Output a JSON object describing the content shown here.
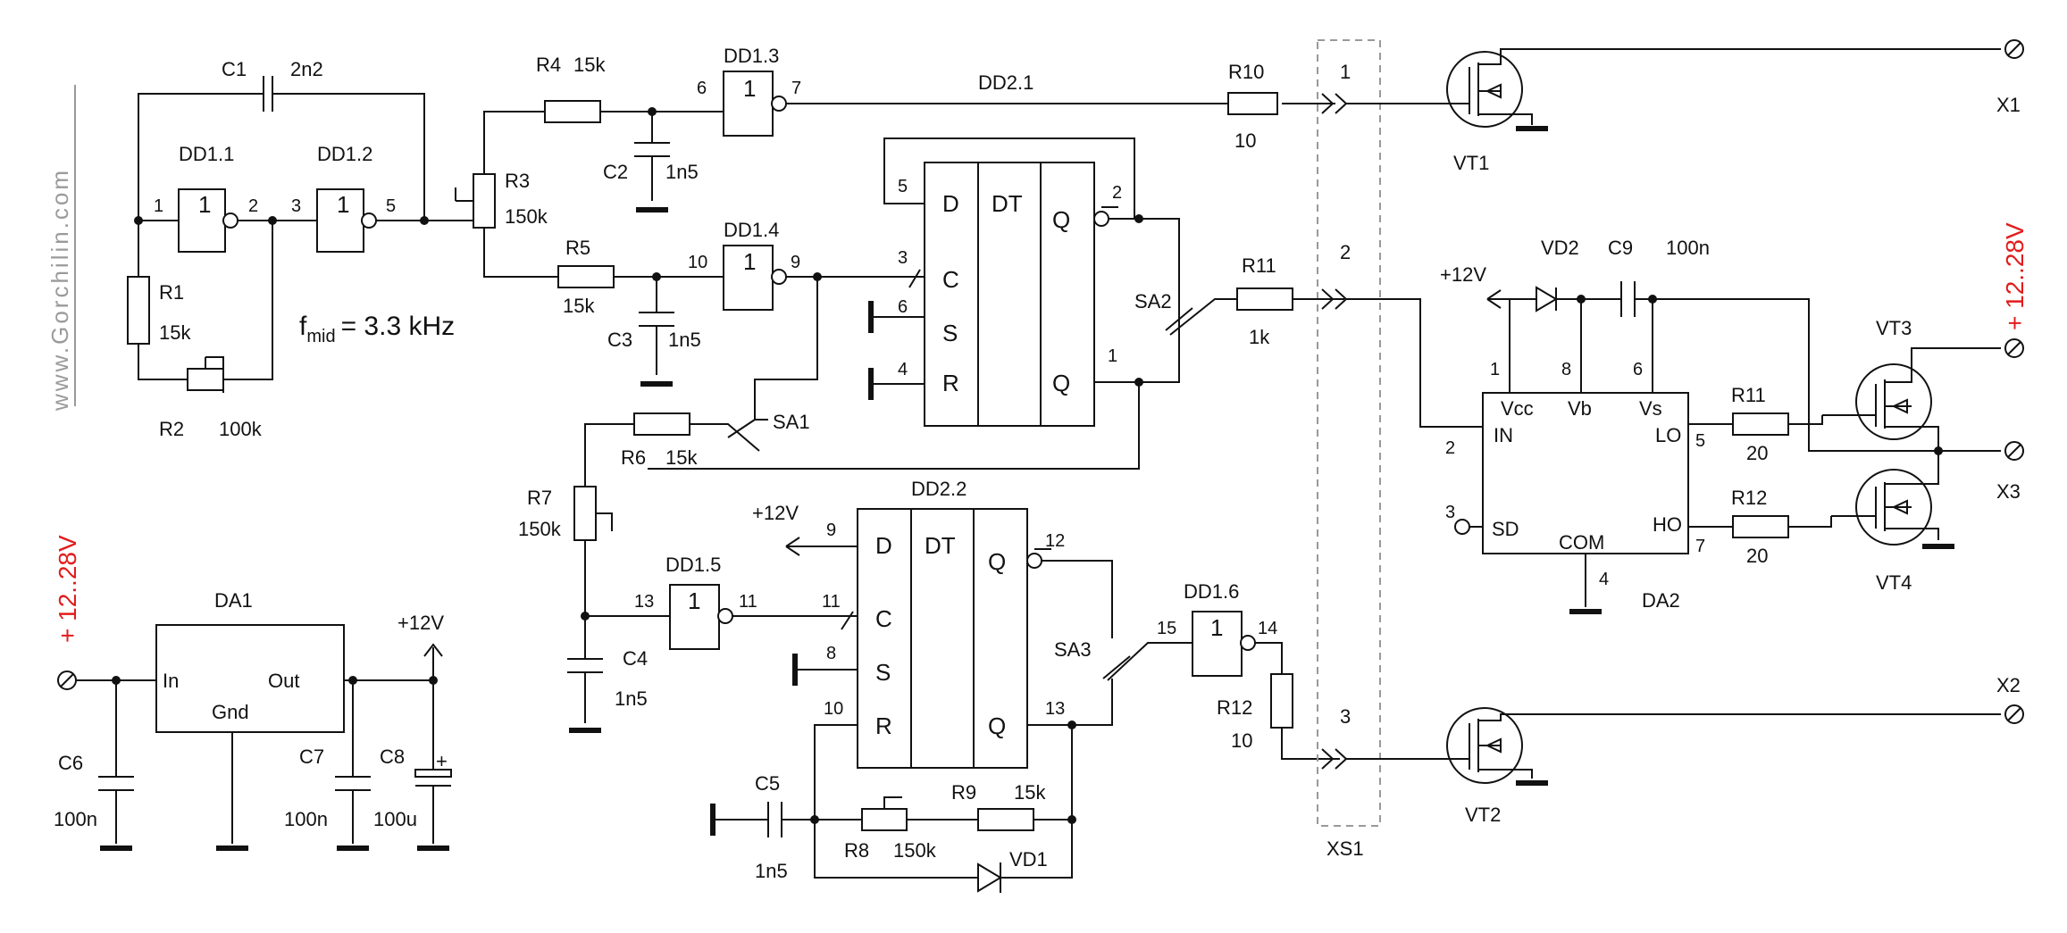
{
  "watermark": "www.Gorchilin.com",
  "freq": {
    "prefix": "f",
    "sub": "mid",
    "value": "= 3.3 kHz"
  },
  "gates": {
    "dd11": {
      "name": "DD1.1",
      "sym": "1",
      "pin_in": "1",
      "pin_out": "2"
    },
    "dd12": {
      "name": "DD1.2",
      "sym": "1",
      "pin_in": "3",
      "pin_out": "5"
    },
    "dd13": {
      "name": "DD1.3",
      "sym": "1",
      "pin_in": "6",
      "pin_out": "7"
    },
    "dd14": {
      "name": "DD1.4",
      "sym": "1",
      "pin_in": "10",
      "pin_out": "9"
    },
    "dd15": {
      "name": "DD1.5",
      "sym": "1",
      "pin_in": "13",
      "pin_out": "11"
    },
    "dd16": {
      "name": "DD1.6",
      "sym": "1",
      "pin_in": "15",
      "pin_out": "14"
    }
  },
  "flipflops": {
    "dd21": {
      "name": "DD2.1",
      "d": "D",
      "dt": "DT",
      "c": "C",
      "s": "S",
      "r": "R",
      "qbar": "Q",
      "q": "Q",
      "pin_d": "5",
      "pin_c": "3",
      "pin_s": "6",
      "pin_r": "4",
      "pin_qbar": "2",
      "pin_q": "1"
    },
    "dd22": {
      "name": "DD2.2",
      "d": "D",
      "dt": "DT",
      "c": "C",
      "s": "S",
      "r": "R",
      "qbar": "Q",
      "q": "Q",
      "pin_d": "9",
      "pin_c": "11",
      "pin_s": "8",
      "pin_r": "10",
      "pin_qbar": "12",
      "pin_q": "13"
    }
  },
  "components": {
    "c1": {
      "name": "C1",
      "value": "2n2"
    },
    "r1": {
      "name": "R1",
      "value": "15k"
    },
    "r2": {
      "name": "R2",
      "value": "100k"
    },
    "r3": {
      "name": "R3",
      "value": "150k"
    },
    "r4": {
      "name": "R4",
      "value": "15k"
    },
    "c2": {
      "name": "C2",
      "value": "1n5"
    },
    "r5": {
      "name": "R5",
      "value": "15k"
    },
    "c3": {
      "name": "C3",
      "value": "1n5"
    },
    "r6": {
      "name": "R6",
      "value": "15k"
    },
    "r7": {
      "name": "R7",
      "value": "150k"
    },
    "c4": {
      "name": "C4",
      "value": "1n5"
    },
    "c5": {
      "name": "C5",
      "value": "1n5"
    },
    "r8": {
      "name": "R8",
      "value": "150k"
    },
    "r9": {
      "name": "R9",
      "value": "15k"
    },
    "vd1": {
      "name": "VD1"
    },
    "r10": {
      "name": "R10",
      "value": "10"
    },
    "r11a": {
      "name": "R11",
      "value": "1k"
    },
    "r12a": {
      "name": "R12",
      "value": "10"
    },
    "vd2": {
      "name": "VD2"
    },
    "c9": {
      "name": "C9",
      "value": "100n"
    },
    "r11b": {
      "name": "R11",
      "value": "20"
    },
    "r12b": {
      "name": "R12",
      "value": "20"
    },
    "c6": {
      "name": "C6",
      "value": "100n"
    },
    "c7": {
      "name": "C7",
      "value": "100n"
    },
    "c8": {
      "name": "C8",
      "value": "100u",
      "plus": "+"
    }
  },
  "switches": {
    "sa1": "SA1",
    "sa2": "SA2",
    "sa3": "SA3"
  },
  "transistors": {
    "vt1": "VT1",
    "vt2": "VT2",
    "vt3": "VT3",
    "vt4": "VT4"
  },
  "connector": {
    "name": "XS1",
    "pin1": "1",
    "pin2": "2",
    "pin3": "3"
  },
  "terminals": {
    "x1": "X1",
    "x2": "X2",
    "x3": "X3"
  },
  "supply": {
    "plus12v": "+12V",
    "input_range": "+ 12..28V"
  },
  "da1": {
    "name": "DA1",
    "in": "In",
    "out": "Out",
    "gnd": "Gnd"
  },
  "da2": {
    "name": "DA2",
    "vcc": "Vcc",
    "vb": "Vb",
    "vs": "Vs",
    "in": "IN",
    "lo": "LO",
    "sd": "SD",
    "ho": "HO",
    "com": "COM",
    "pin_vcc": "1",
    "pin_vb": "8",
    "pin_vs": "6",
    "pin_in": "2",
    "pin_sd": "3",
    "pin_lo": "5",
    "pin_ho": "7",
    "pin_com": "4"
  },
  "colors": {
    "accent": "#e21c1c",
    "line": "#111111",
    "dashed": "#999999"
  }
}
